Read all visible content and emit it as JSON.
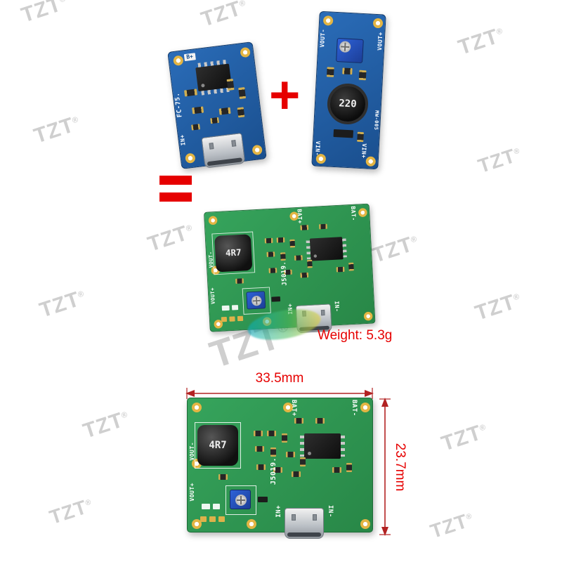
{
  "watermark": {
    "text": "TZT",
    "reg": "®"
  },
  "operators": {
    "plus": "+",
    "equals": "="
  },
  "annotations": {
    "weight": "Weight: 5.3g",
    "width": "33.5mm",
    "height": "23.7mm"
  },
  "charger_module": {
    "labels": {
      "b_plus": "B+",
      "model": "FC-75.",
      "in_plus": "IN+"
    }
  },
  "boost_module": {
    "labels": {
      "vout_minus": "VOUT-",
      "vout_plus": "VOUT+",
      "inductor": "220",
      "model": "MW-005",
      "vin_minus": "VIN-",
      "vin_plus": "VIN+"
    }
  },
  "combo_module": {
    "labels": {
      "inductor": "4R7",
      "model": "J5019.",
      "bat_plus": "BAT+",
      "bat_minus": "BAT-",
      "vout_minus": "VOUT-",
      "vout_plus": "VOUT+",
      "in_plus": "IN+",
      "in_minus": "IN-"
    }
  }
}
